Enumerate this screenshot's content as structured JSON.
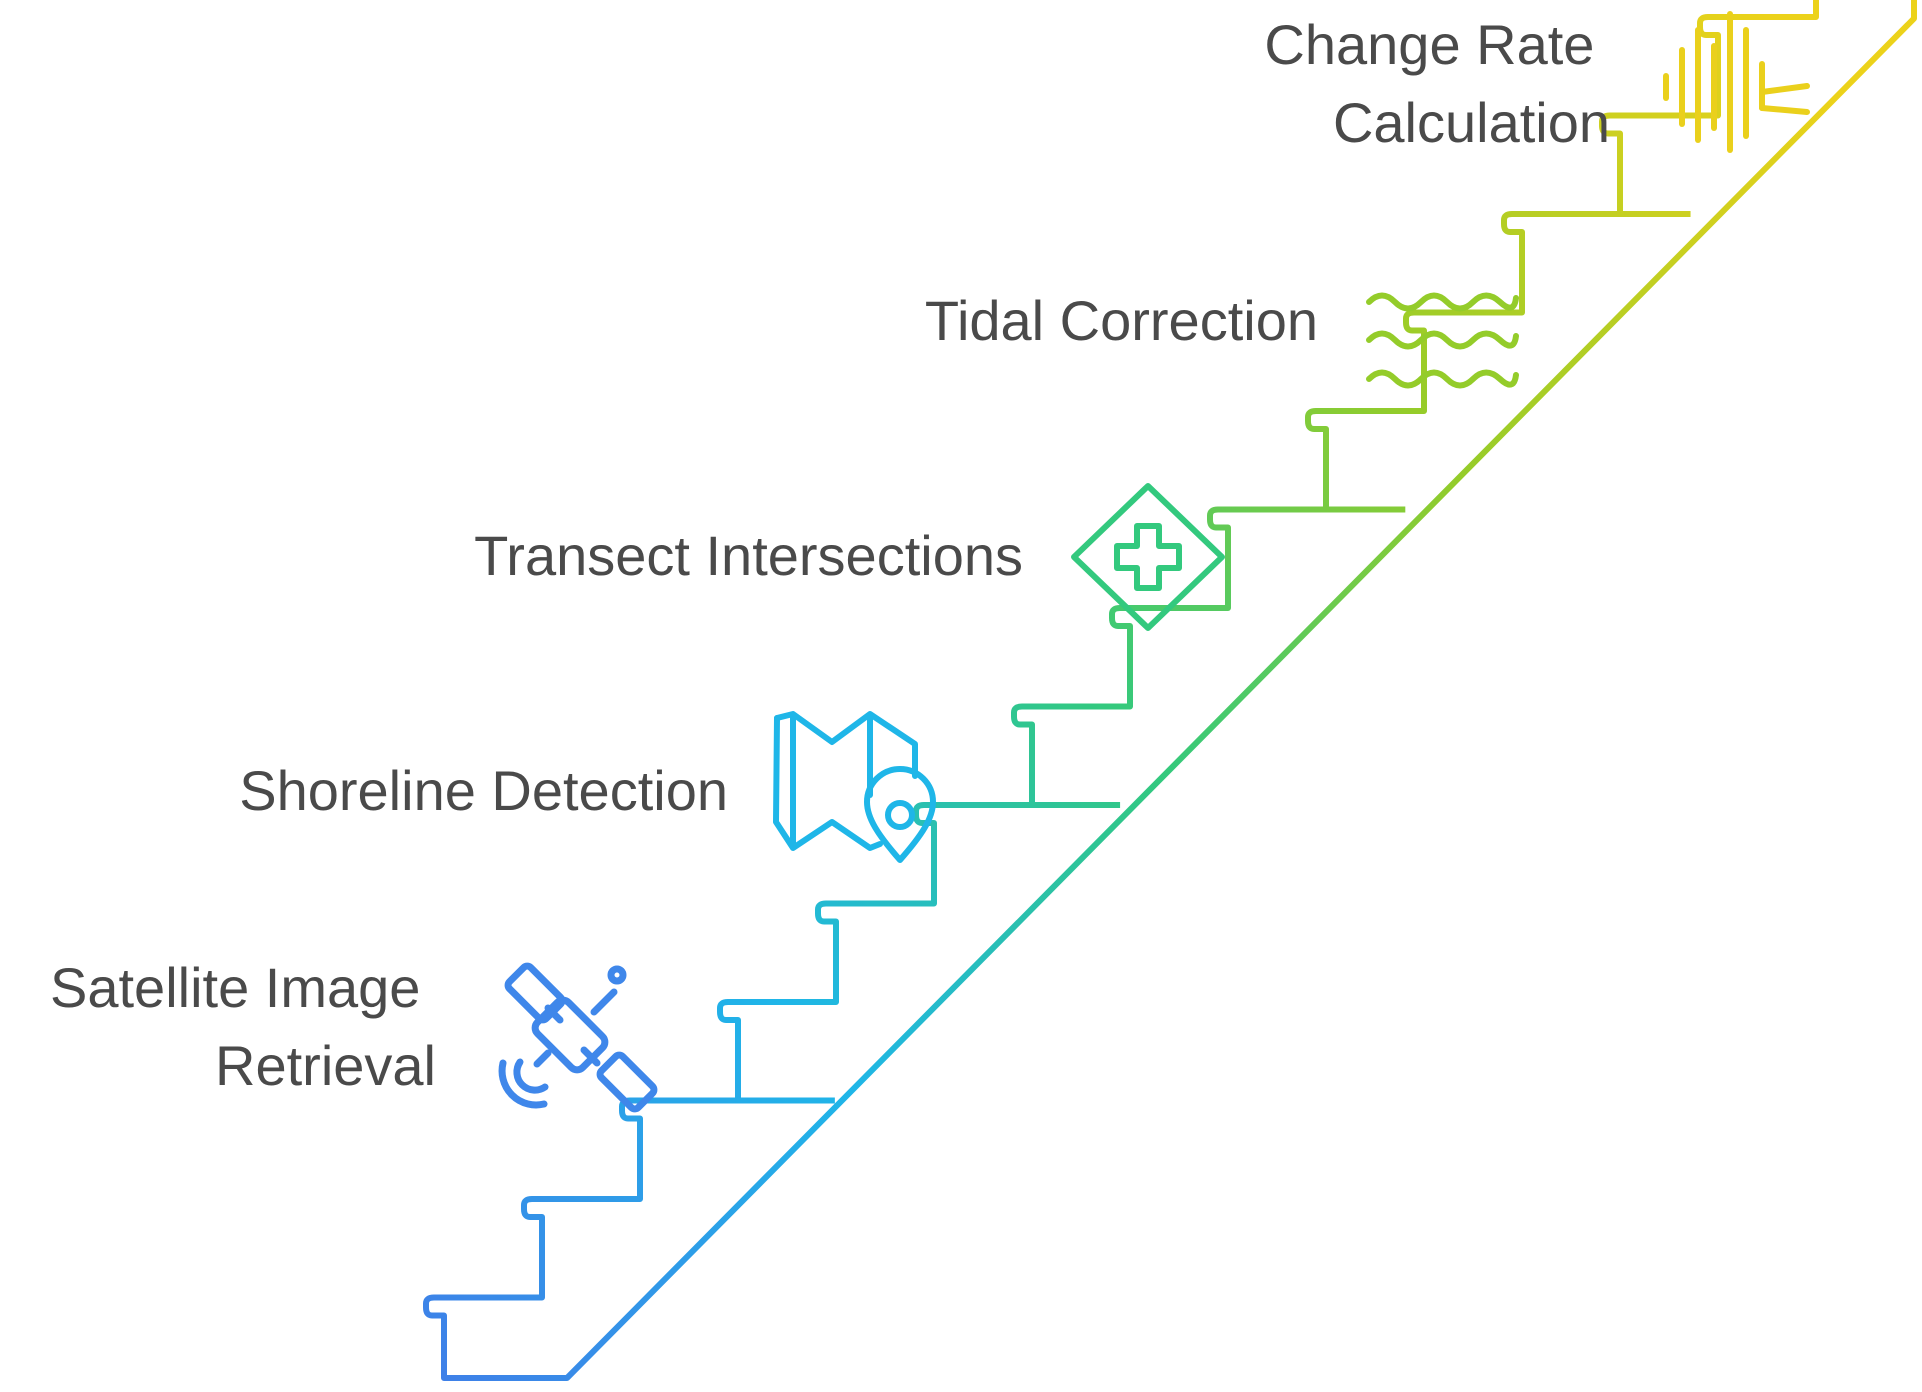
{
  "diagram": {
    "type": "staircase-process",
    "steps": [
      {
        "id": "satellite",
        "lines": [
          "Satellite Image",
          "Retrieval"
        ],
        "icon": "satellite-icon",
        "color": "#3f87ea"
      },
      {
        "id": "shoreline",
        "lines": [
          "Shoreline Detection"
        ],
        "icon": "map-pin-icon",
        "color": "#1fb6e8"
      },
      {
        "id": "transect",
        "lines": [
          "Transect Intersections"
        ],
        "icon": "diamond-cross-icon",
        "color": "#33c97e"
      },
      {
        "id": "tidal",
        "lines": [
          "Tidal Correction"
        ],
        "icon": "waves-icon",
        "color": "#94cc2a"
      },
      {
        "id": "change",
        "lines": [
          "Change Rate",
          "Calculation"
        ],
        "icon": "sound-wave-icon",
        "color": "#ead01c"
      }
    ]
  }
}
